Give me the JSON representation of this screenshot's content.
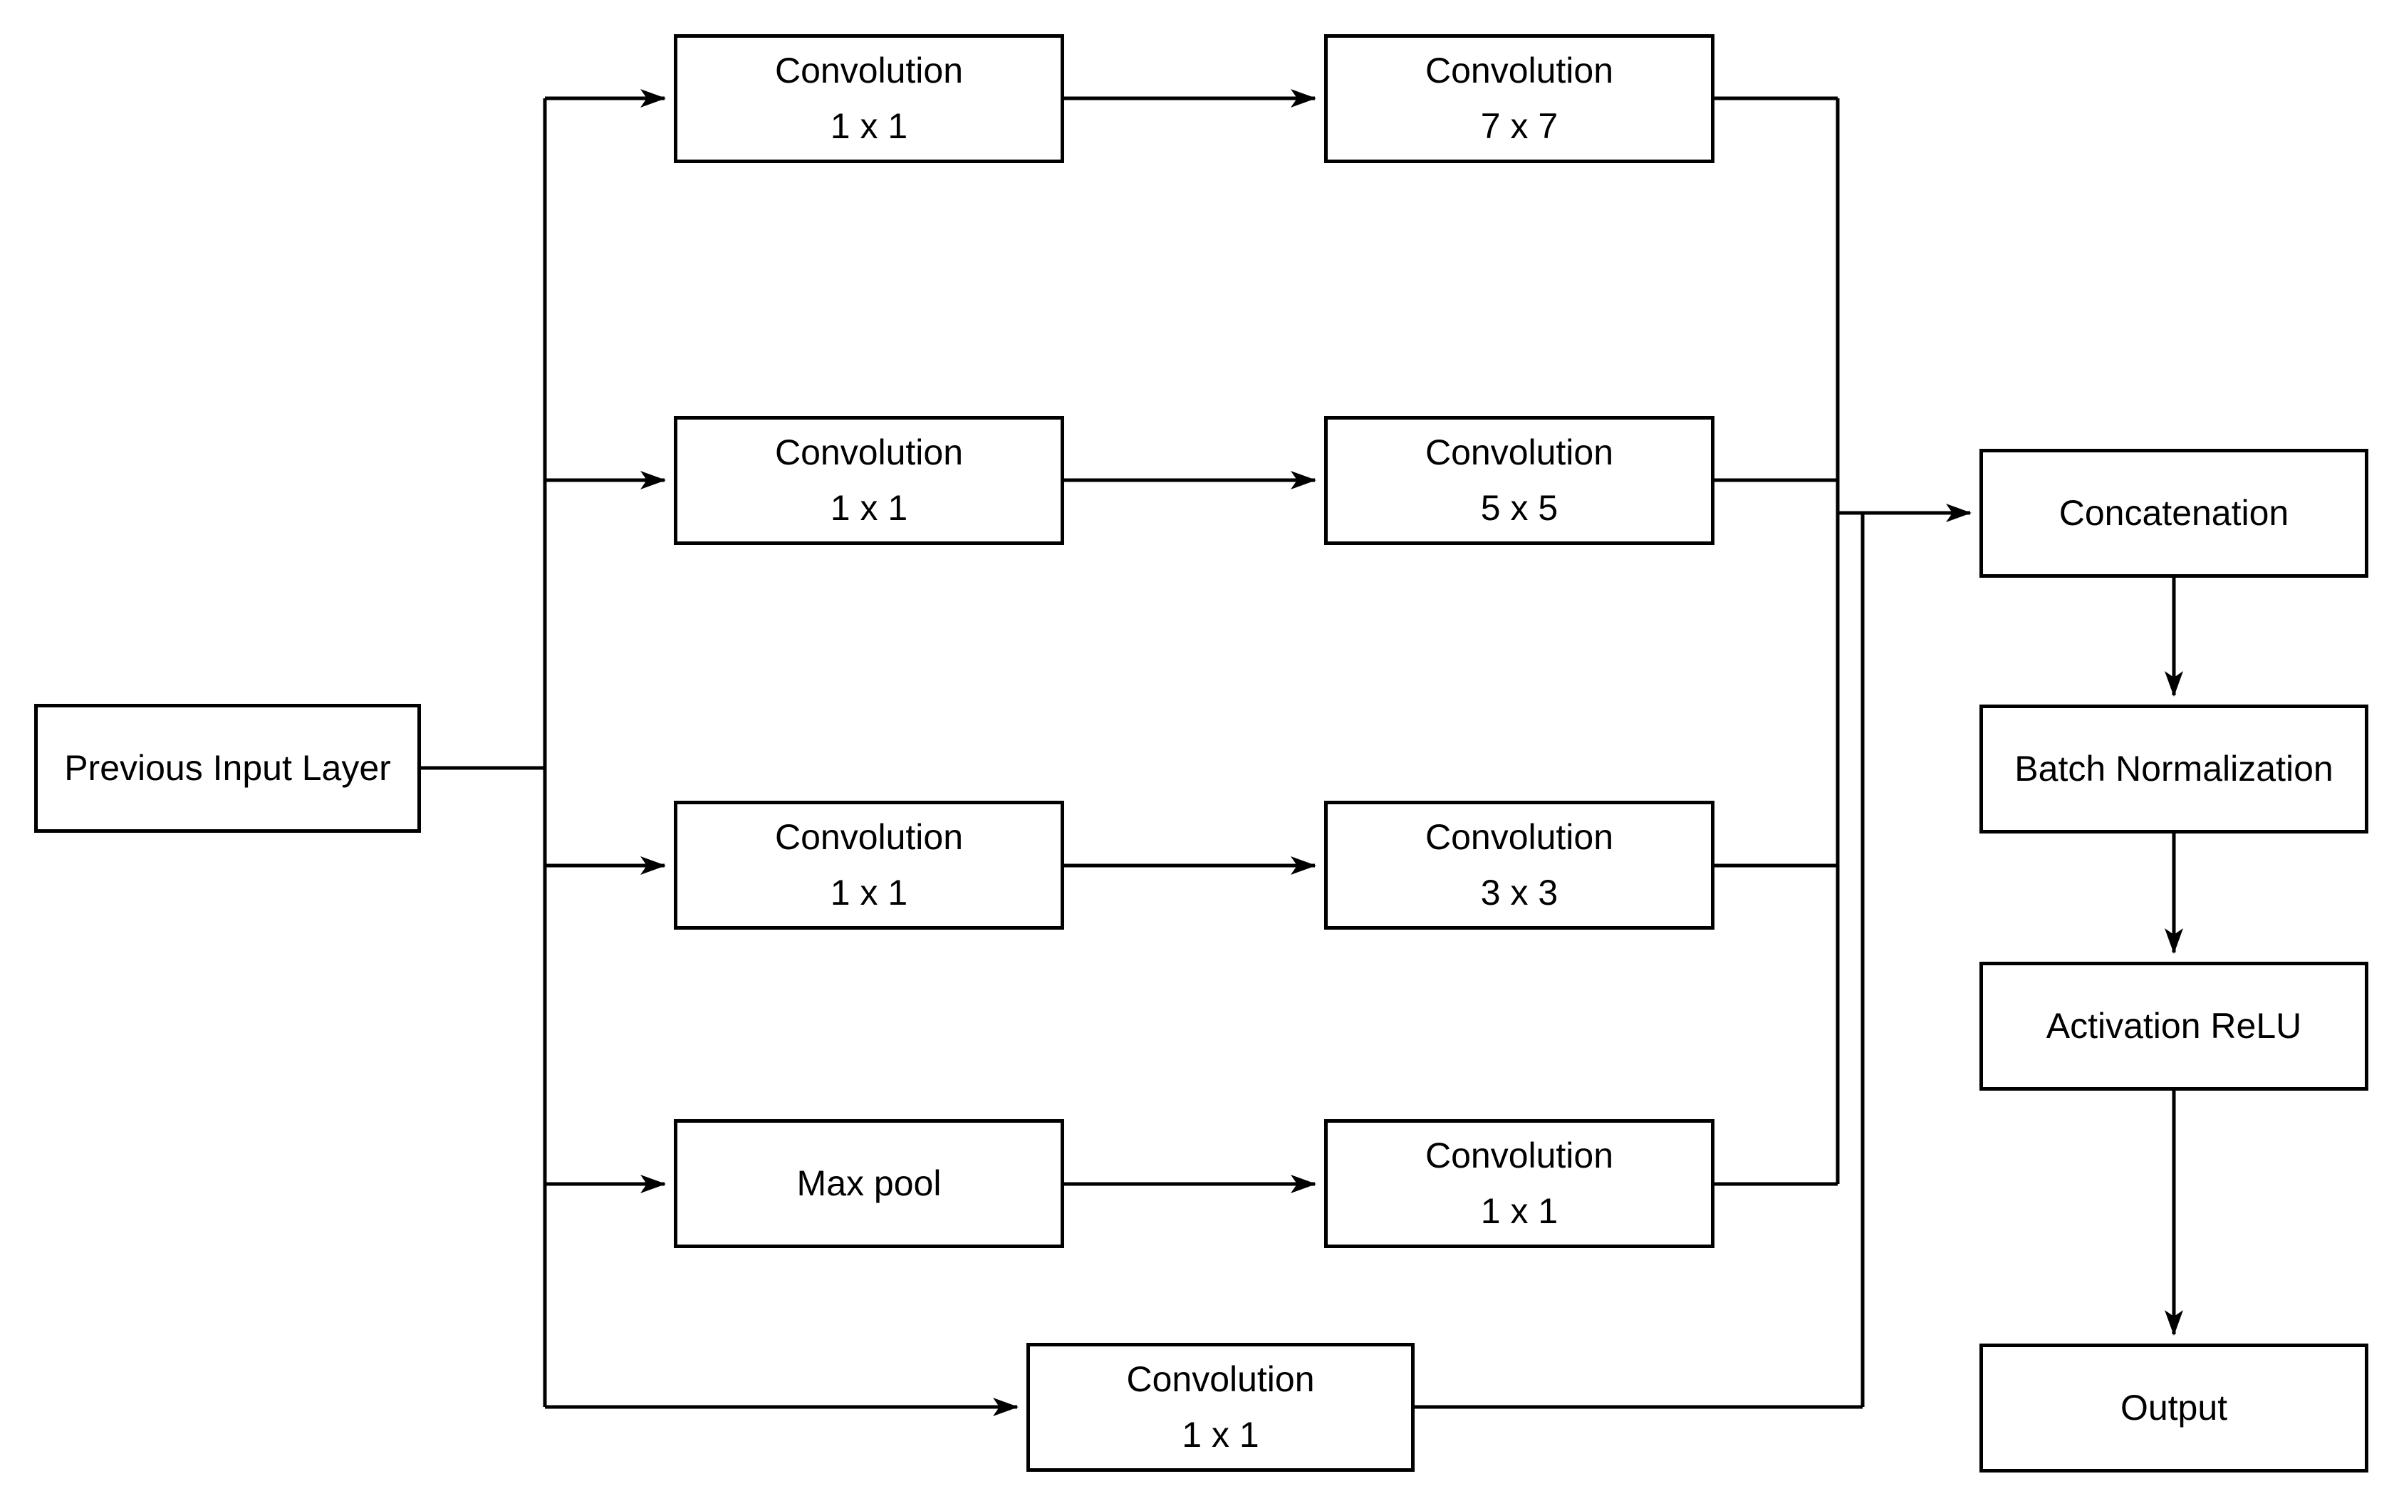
{
  "colors": {
    "background": "#ffffff",
    "line": "#000000",
    "box_border": "#000000",
    "box_fill": "#ffffff",
    "text": "#000000"
  },
  "nodes": {
    "prev": {
      "l1": "Previous Input Layer"
    },
    "b1a": {
      "l1": "Convolution",
      "l2": "1 x 1"
    },
    "b1b": {
      "l1": "Convolution",
      "l2": "7 x 7"
    },
    "b2a": {
      "l1": "Convolution",
      "l2": "1 x 1"
    },
    "b2b": {
      "l1": "Convolution",
      "l2": "5 x 5"
    },
    "b3a": {
      "l1": "Convolution",
      "l2": "1 x 1"
    },
    "b3b": {
      "l1": "Convolution",
      "l2": "3 x 3"
    },
    "b4a": {
      "l1": "Max pool"
    },
    "b4b": {
      "l1": "Convolution",
      "l2": "1 x 1"
    },
    "b5": {
      "l1": "Convolution",
      "l2": "1 x 1"
    },
    "concat": {
      "l1": "Concatenation"
    },
    "bn": {
      "l1": "Batch Normalization"
    },
    "relu": {
      "l1": "Activation ReLU"
    },
    "out": {
      "l1": "Output"
    }
  }
}
